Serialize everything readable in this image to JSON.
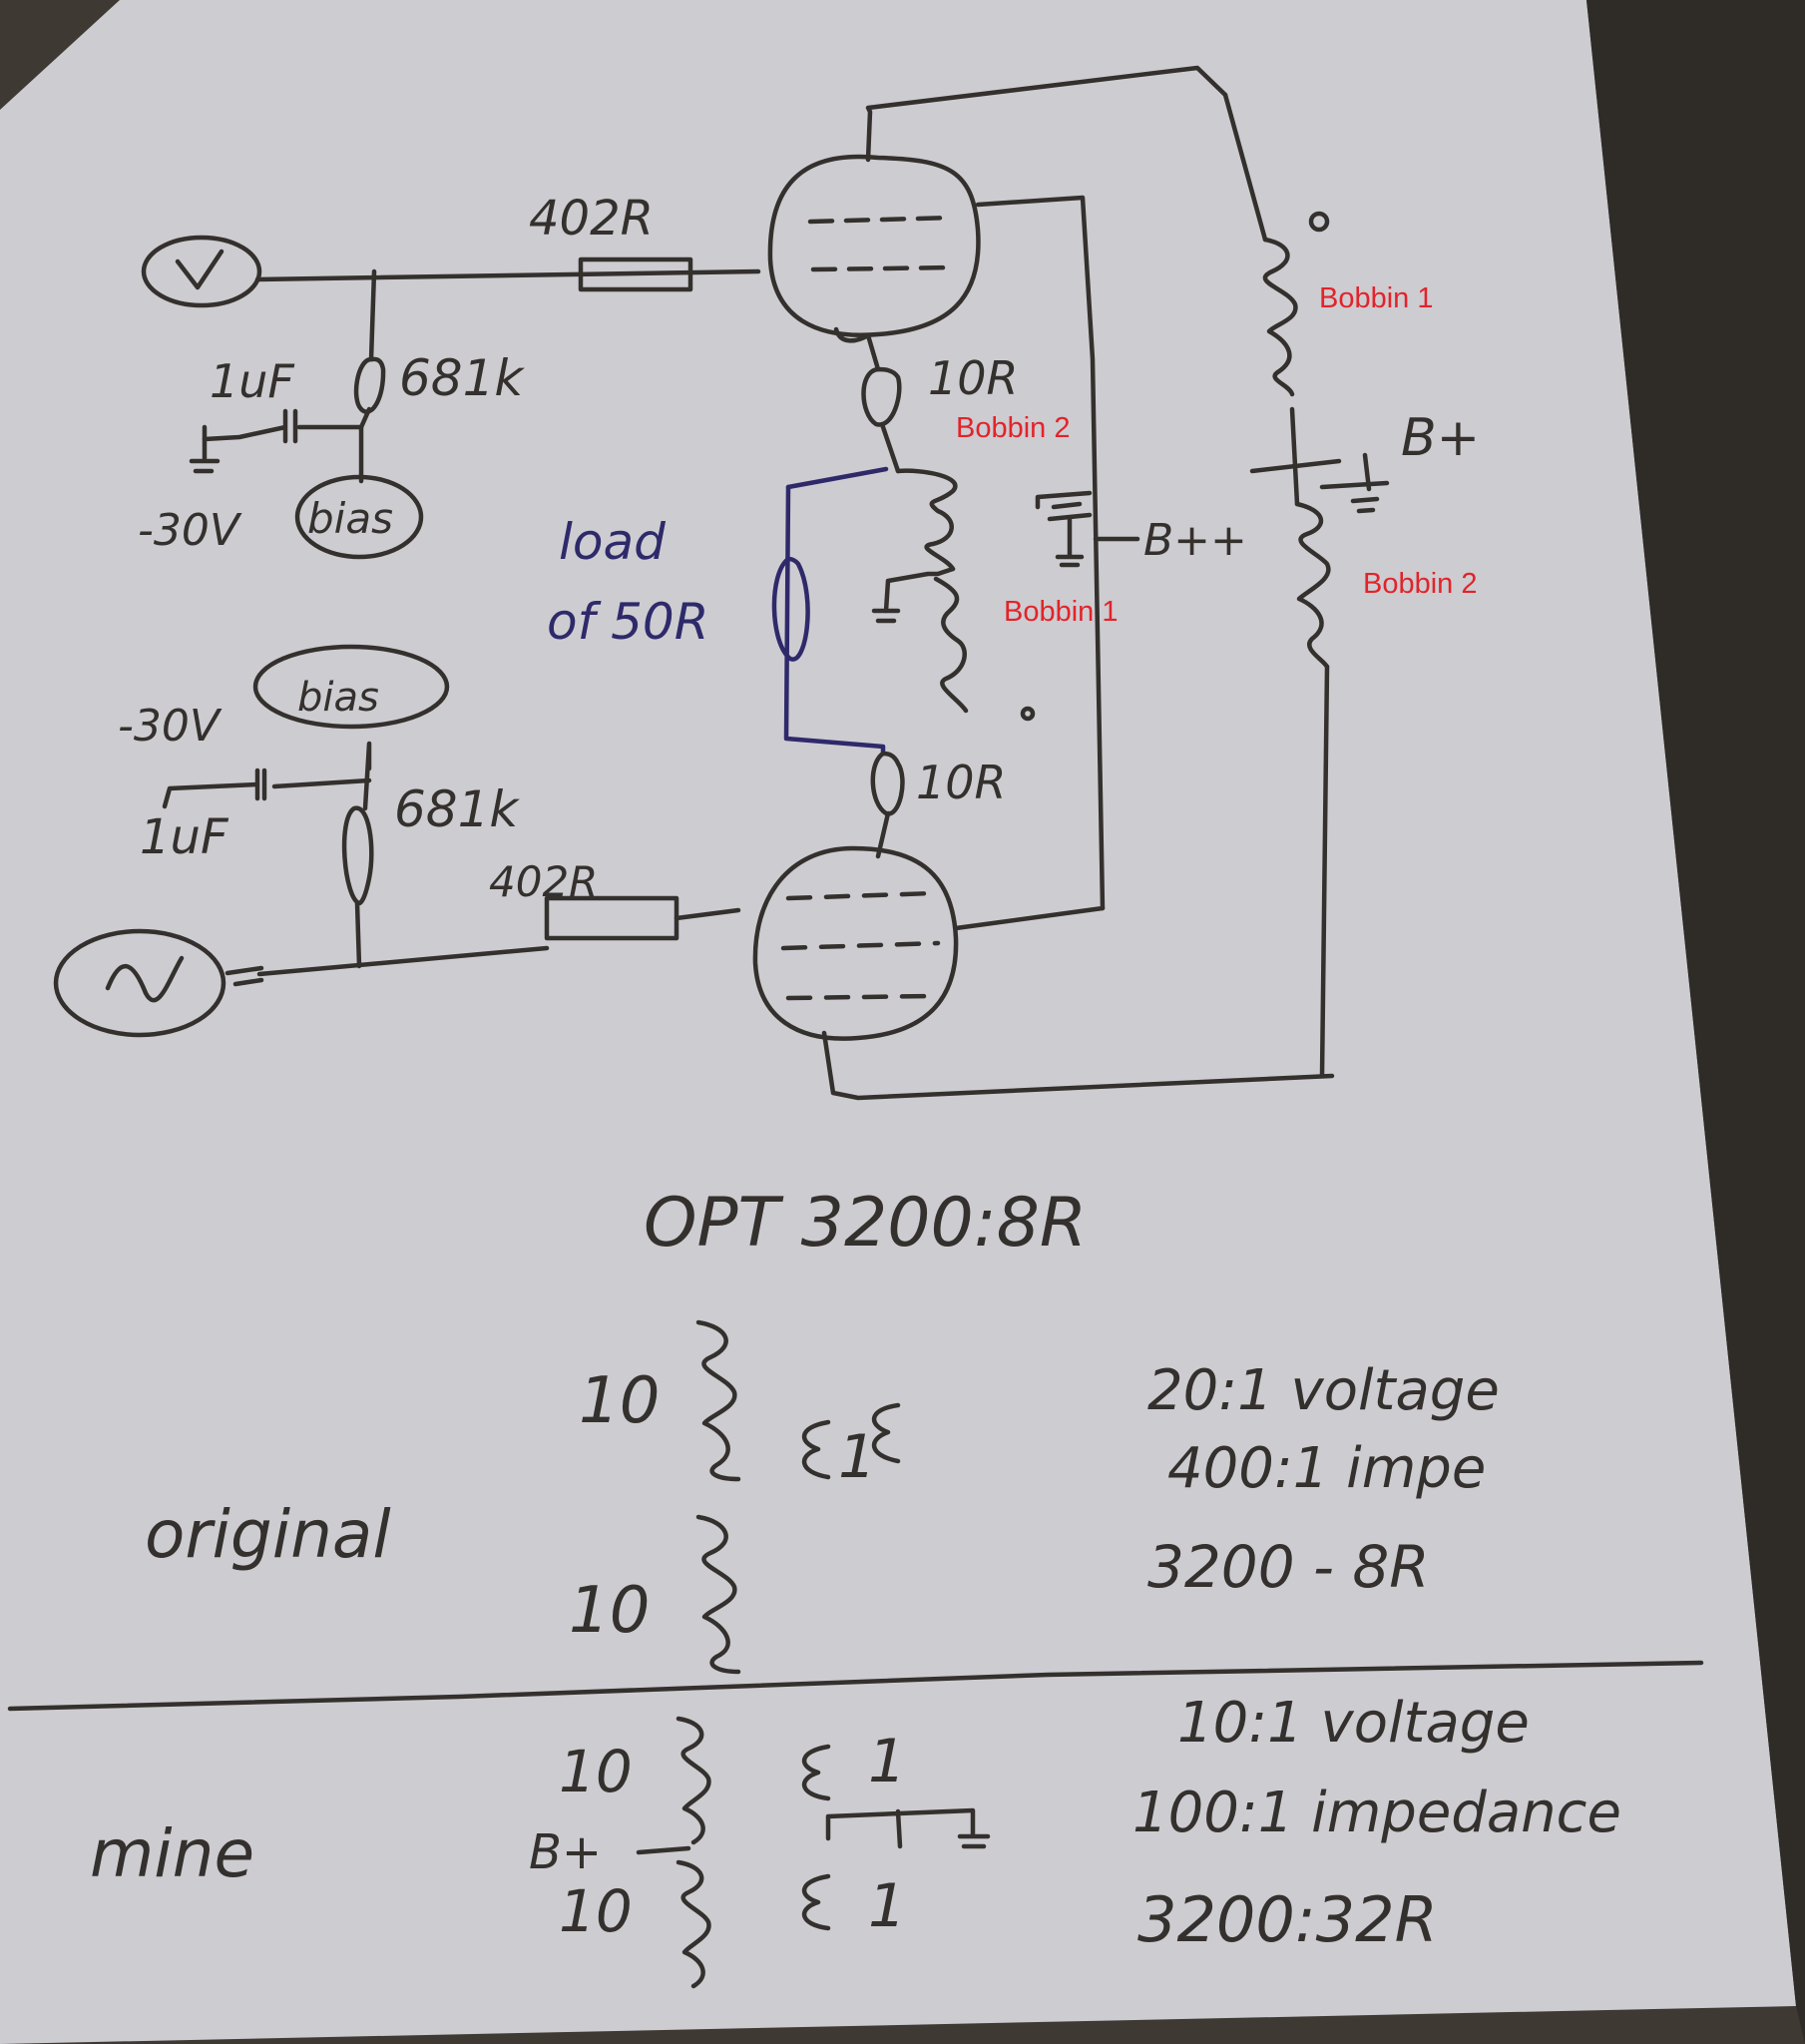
{
  "schematic": {
    "grid_resistor_top": "402R",
    "grid_resistor_bottom": "402R",
    "bias_resistor_top": "681k",
    "bias_resistor_bottom": "681k",
    "bias_cap_top": "1uF",
    "bias_cap_bottom": "1uF",
    "bias_voltage_top": "-30V",
    "bias_voltage_bottom": "-30V",
    "bias_label_top": "bias",
    "bias_label_bottom": "bias",
    "cathode_resistor_top": "10R",
    "cathode_resistor_bottom": "10R",
    "load_text_line1": "load",
    "load_text_line2": "of 50R",
    "b_plus": "B+",
    "b_plus_plus": "B++"
  },
  "annotations": {
    "cathode_bobbin_upper": "Bobbin 2",
    "cathode_bobbin_lower": "Bobbin 1",
    "plate_bobbin_upper": "Bobbin 1",
    "plate_bobbin_lower": "Bobbin 2",
    "color": "#e1242a"
  },
  "notes": {
    "opt_title": "OPT 3200:8R",
    "original": {
      "label": "original",
      "winding_1": "10",
      "winding_2": "10",
      "secondary": "1",
      "ratio_voltage": "20:1 voltage",
      "ratio_impedance": "400:1 impe",
      "ratio_ohms": "3200 - 8R"
    },
    "mine": {
      "label": "mine",
      "winding_1": "10",
      "winding_2": "10",
      "tap": "B+",
      "secondary_1": "1",
      "secondary_2": "1",
      "ratio_voltage": "10:1 voltage",
      "ratio_impedance": "100:1 impedance",
      "ratio_ohms": "3200:32R"
    }
  },
  "colors": {
    "paper": "#cdccd1",
    "ink": "#34302d",
    "blue_ink": "#2e2a6a",
    "background": "#3e3a33"
  }
}
